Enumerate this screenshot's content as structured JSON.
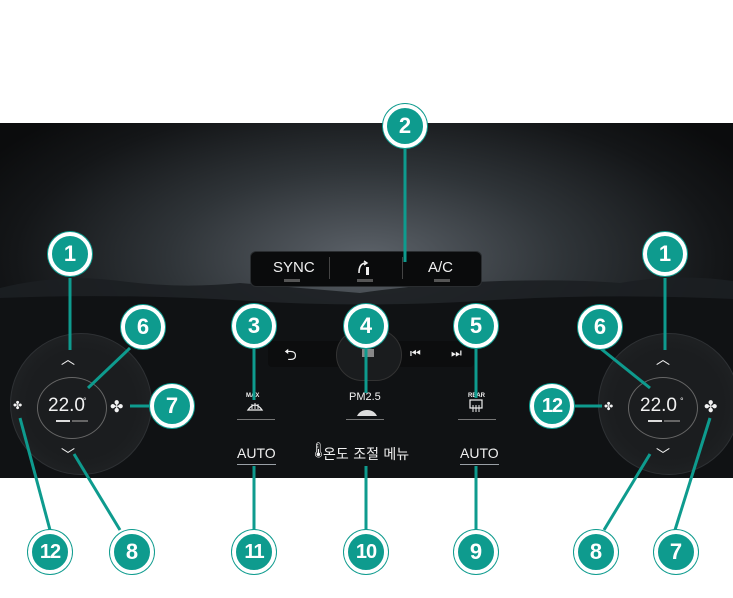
{
  "top_bar": {
    "sync": "SYNC",
    "ac": "A/C"
  },
  "climate": {
    "left_temp": "22.0",
    "right_temp": "22.0",
    "degree": "°",
    "max_label": "MAX",
    "pm_label": "PM2.5",
    "rear_label": "REAR",
    "auto_left": "AUTO",
    "auto_right": "AUTO",
    "menu_label": "온도 조절 메뉴"
  },
  "callouts": {
    "c1_left": "1",
    "c1_right": "1",
    "c2": "2",
    "c3": "3",
    "c4": "4",
    "c5": "5",
    "c6_left": "6",
    "c6_right": "6",
    "c7_left": "7",
    "c7_right": "7",
    "c8_left": "8",
    "c8_right": "8",
    "c9": "9",
    "c10": "10",
    "c11": "11",
    "c12_left": "12",
    "c12_right": "12"
  },
  "colors": {
    "callout_fill": "#0e9b8e",
    "screen_dark": "#141618",
    "text": "#f2f2f2"
  }
}
